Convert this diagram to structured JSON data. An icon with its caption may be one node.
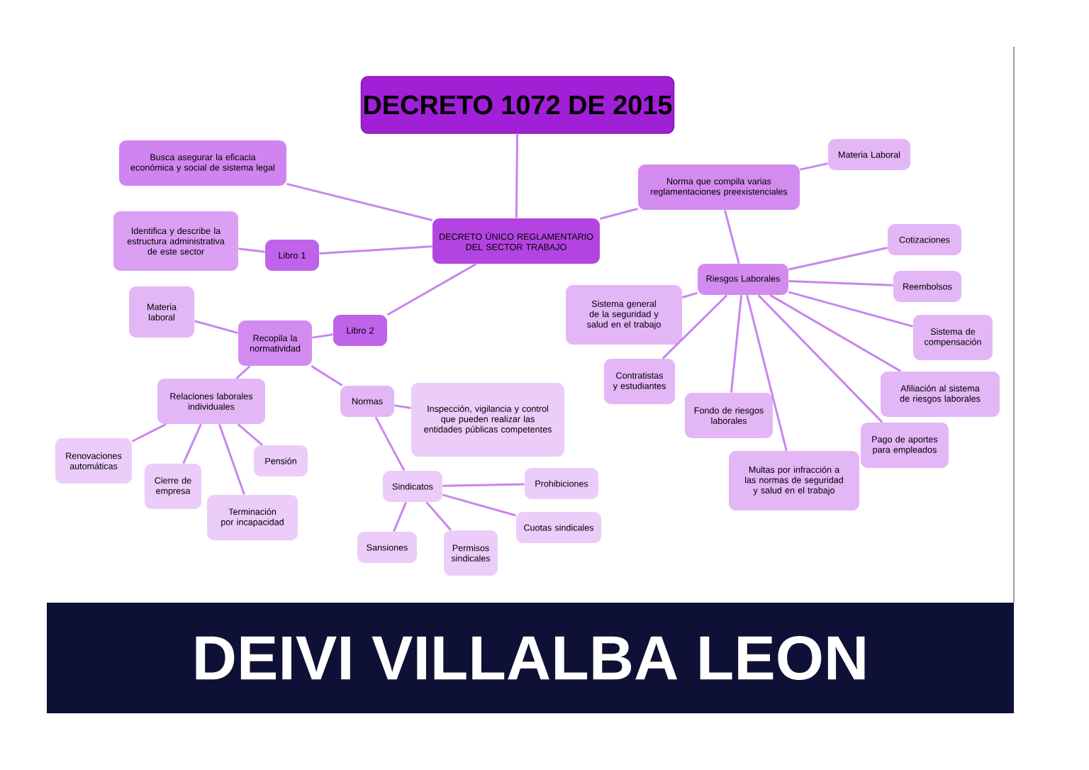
{
  "diagram": {
    "nodes": [
      {
        "text": [
          "DECRETO 1072 DE 2015"
        ]
      },
      {
        "text": [
          "DECRETO ÚNICO REGLAMENTARIO DEL SECTOR TRABAJO"
        ]
      },
      {
        "text": [
          "Busca asegurar la eficacia económica y social de sistema legal"
        ]
      },
      {
        "text": [
          "Libro 1"
        ]
      },
      {
        "text": [
          "Identifica y describe la estructura administrativa de este sector"
        ]
      },
      {
        "text": [
          "Libro 2"
        ]
      },
      {
        "text": [
          "Recopila la normatividad"
        ]
      },
      {
        "text": [
          "Materia laboral"
        ]
      },
      {
        "text": [
          "Relaciones laborales individuales"
        ]
      },
      {
        "text": [
          "Renovaciones automáticas"
        ]
      },
      {
        "text": [
          "Cierre de empresa"
        ]
      },
      {
        "text": [
          "Pensión"
        ]
      },
      {
        "text": [
          "Terminación por incapacidad"
        ]
      },
      {
        "text": [
          "Normas"
        ]
      },
      {
        "text": [
          "Inspección, vigilancia y control que pueden realizar las entidades públicas competentes"
        ]
      },
      {
        "text": [
          "Sindicatos"
        ]
      },
      {
        "text": [
          "Prohibiciones"
        ]
      },
      {
        "text": [
          "Cuotas sindicales"
        ]
      },
      {
        "text": [
          "Sansiones"
        ]
      },
      {
        "text": [
          "Permisos sindicales"
        ]
      },
      {
        "text": [
          "Norma que compila varias reglamentaciones preexistenciales"
        ]
      },
      {
        "text": [
          "Materia Laboral"
        ]
      },
      {
        "text": [
          "Riesgos Laborales"
        ]
      },
      {
        "text": [
          "Sistema general de la seguridad y salud en el trabajo"
        ]
      },
      {
        "text": [
          "Contratistas y estudiantes"
        ]
      },
      {
        "text": [
          "Fondo de riesgos laborales"
        ]
      },
      {
        "text": [
          "Multas por infracción a las normas de seguridad y salud en el trabajo"
        ]
      },
      {
        "text": [
          "Cotizaciones"
        ]
      },
      {
        "text": [
          "Reembolsos"
        ]
      },
      {
        "text": [
          "Sistema de compensación"
        ]
      },
      {
        "text": [
          "Afiliación al sistema de riesgos laborales"
        ]
      },
      {
        "text": [
          "Pago de aportes para empleados"
        ]
      }
    ],
    "edges": [
      {
        "from": 0,
        "to": 1,
        "arrow": "none"
      },
      {
        "from": 1,
        "to": 2,
        "arrow": "none"
      },
      {
        "from": 1,
        "to": 3,
        "arrow": "none"
      },
      {
        "from": 3,
        "to": 4,
        "arrow": "none"
      },
      {
        "from": 1,
        "to": 5,
        "arrow": "none"
      },
      {
        "from": 5,
        "to": 6,
        "arrow": "none"
      },
      {
        "from": 6,
        "to": 7,
        "arrow": "none"
      },
      {
        "from": 6,
        "to": 8,
        "arrow": "none"
      },
      {
        "from": 8,
        "to": 9,
        "arrow": "none"
      },
      {
        "from": 8,
        "to": 10,
        "arrow": "none"
      },
      {
        "from": 8,
        "to": 11,
        "arrow": "none"
      },
      {
        "from": 8,
        "to": 12,
        "arrow": "none"
      },
      {
        "from": 6,
        "to": 13,
        "arrow": "none"
      },
      {
        "from": 13,
        "to": 14,
        "arrow": "none"
      },
      {
        "from": 13,
        "to": 15,
        "arrow": "none"
      },
      {
        "from": 15,
        "to": 16,
        "arrow": "none"
      },
      {
        "from": 15,
        "to": 17,
        "arrow": "none"
      },
      {
        "from": 15,
        "to": 18,
        "arrow": "none"
      },
      {
        "from": 15,
        "to": 19,
        "arrow": "none"
      },
      {
        "from": 1,
        "to": 20,
        "arrow": "none"
      },
      {
        "from": 20,
        "to": 21,
        "arrow": "none"
      },
      {
        "from": 20,
        "to": 22,
        "arrow": "none"
      },
      {
        "from": 22,
        "to": 23,
        "arrow": "none"
      },
      {
        "from": 22,
        "to": 24,
        "arrow": "none"
      },
      {
        "from": 22,
        "to": 25,
        "arrow": "none"
      },
      {
        "from": 22,
        "to": 26,
        "arrow": "none"
      },
      {
        "from": 22,
        "to": 27,
        "arrow": "none"
      },
      {
        "from": 22,
        "to": 28,
        "arrow": "none"
      },
      {
        "from": 22,
        "to": 29,
        "arrow": "none"
      },
      {
        "from": 22,
        "to": 30,
        "arrow": "none"
      },
      {
        "from": 22,
        "to": 31,
        "arrow": "none"
      }
    ],
    "labels": [
      "DEIVI VILLALBA LEON"
    ]
  }
}
